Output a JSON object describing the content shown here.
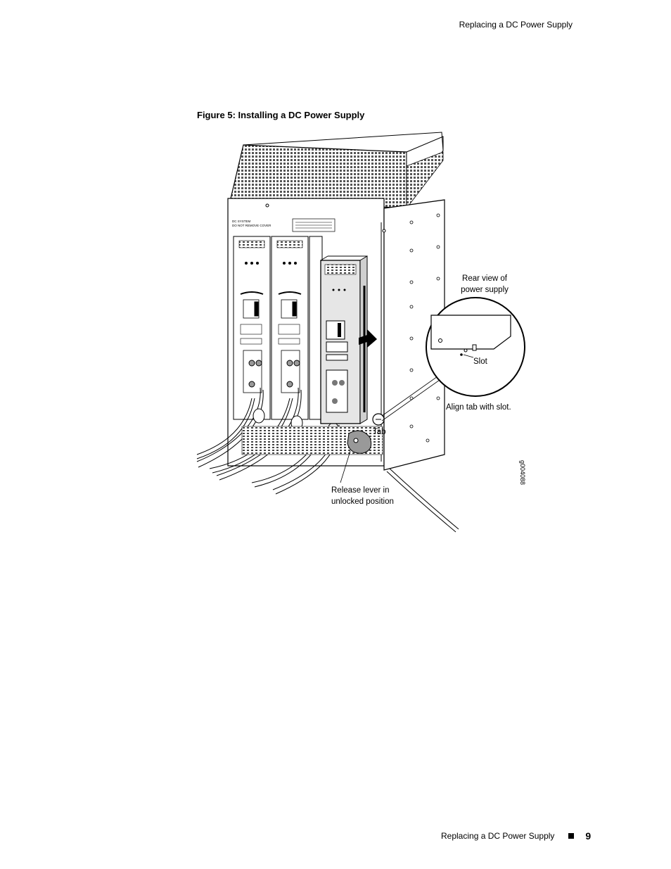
{
  "header": {
    "running_title": "Replacing a DC Power Supply"
  },
  "figure": {
    "caption": "Figure 5: Installing a DC Power Supply",
    "label_chassis_sign_1": "DC SYSTEM",
    "label_chassis_sign_2": "DO NOT REMOVE COVER",
    "callouts": {
      "rear_view": "Rear view of power supply",
      "slot": "Slot",
      "align": "Align tab with slot.",
      "tab": "Tab",
      "release_lever": "Release lever in unlocked position"
    },
    "figure_id": "g004088"
  },
  "footer": {
    "section": "Replacing a DC Power Supply",
    "page_number": "9"
  }
}
